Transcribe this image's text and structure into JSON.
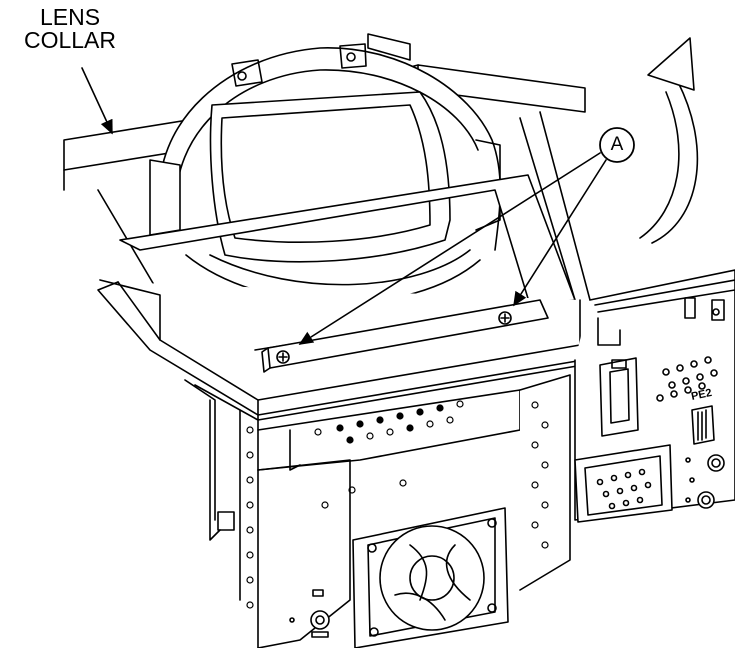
{
  "labels": {
    "lens_collar_line1": "LENS",
    "lens_collar_line2": "COLLAR",
    "callout_a": "A",
    "board_marking": "PE2"
  }
}
